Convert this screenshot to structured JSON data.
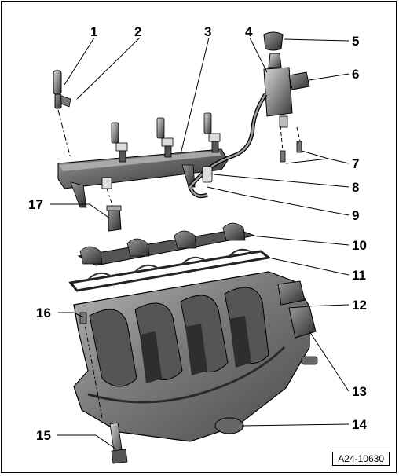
{
  "figure_ref": "A24-10630",
  "callouts": [
    "1",
    "2",
    "3",
    "4",
    "5",
    "6",
    "7",
    "8",
    "9",
    "10",
    "11",
    "12",
    "13",
    "14",
    "15",
    "16",
    "17"
  ],
  "colors": {
    "part_dark": "#3a3a3a",
    "part_mid": "#6e6e6e",
    "part_light": "#a9a9a9",
    "highlight": "#d8d8d8",
    "line": "#000000"
  },
  "parts": [
    "fuel-injector",
    "injector-clip",
    "fuel-rail",
    "high-pressure-fuel-pump",
    "pump-cap",
    "pump-connector",
    "bolts",
    "fuel-line-union",
    "fuel-pressure-line",
    "injector-seal-carrier",
    "intake-manifold-gasket",
    "manifold-flap-unit",
    "flap-actuator",
    "intake-manifold",
    "manifold-bolt",
    "manifold-stud",
    "pressure-sensor"
  ]
}
